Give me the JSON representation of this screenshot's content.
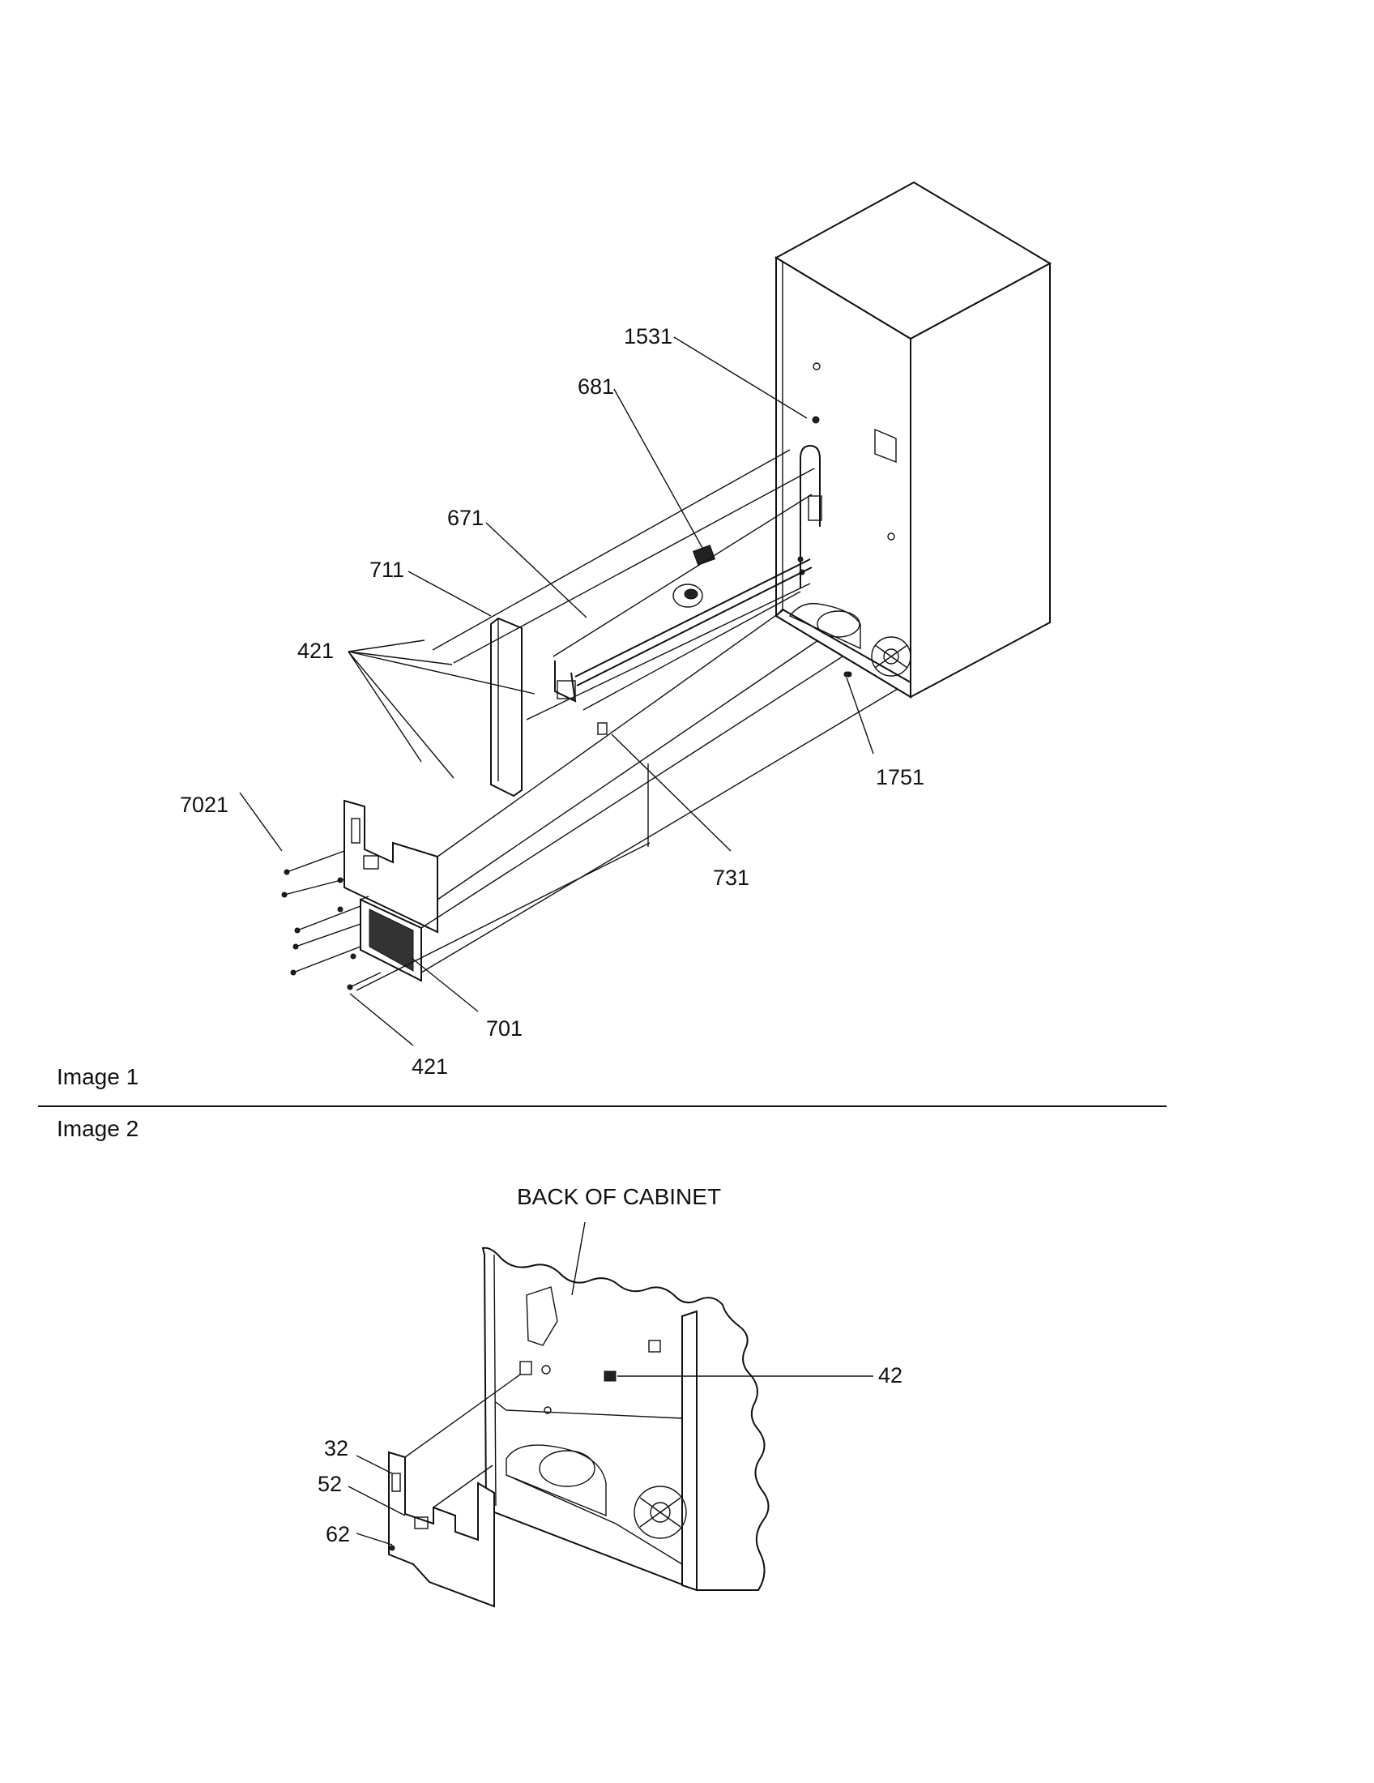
{
  "sections": {
    "image1_label": "Image 1",
    "image2_label": "Image 2"
  },
  "image1": {
    "callouts": {
      "c1531": "1531",
      "c681": "681",
      "c671": "671",
      "c711": "711",
      "c421a": "421",
      "c7021": "7021",
      "c1751": "1751",
      "c731": "731",
      "c701": "701",
      "c421b": "421"
    }
  },
  "image2": {
    "title": "BACK OF CABINET",
    "callouts": {
      "c42": "42",
      "c32": "32",
      "c52": "52",
      "c62": "62"
    }
  }
}
